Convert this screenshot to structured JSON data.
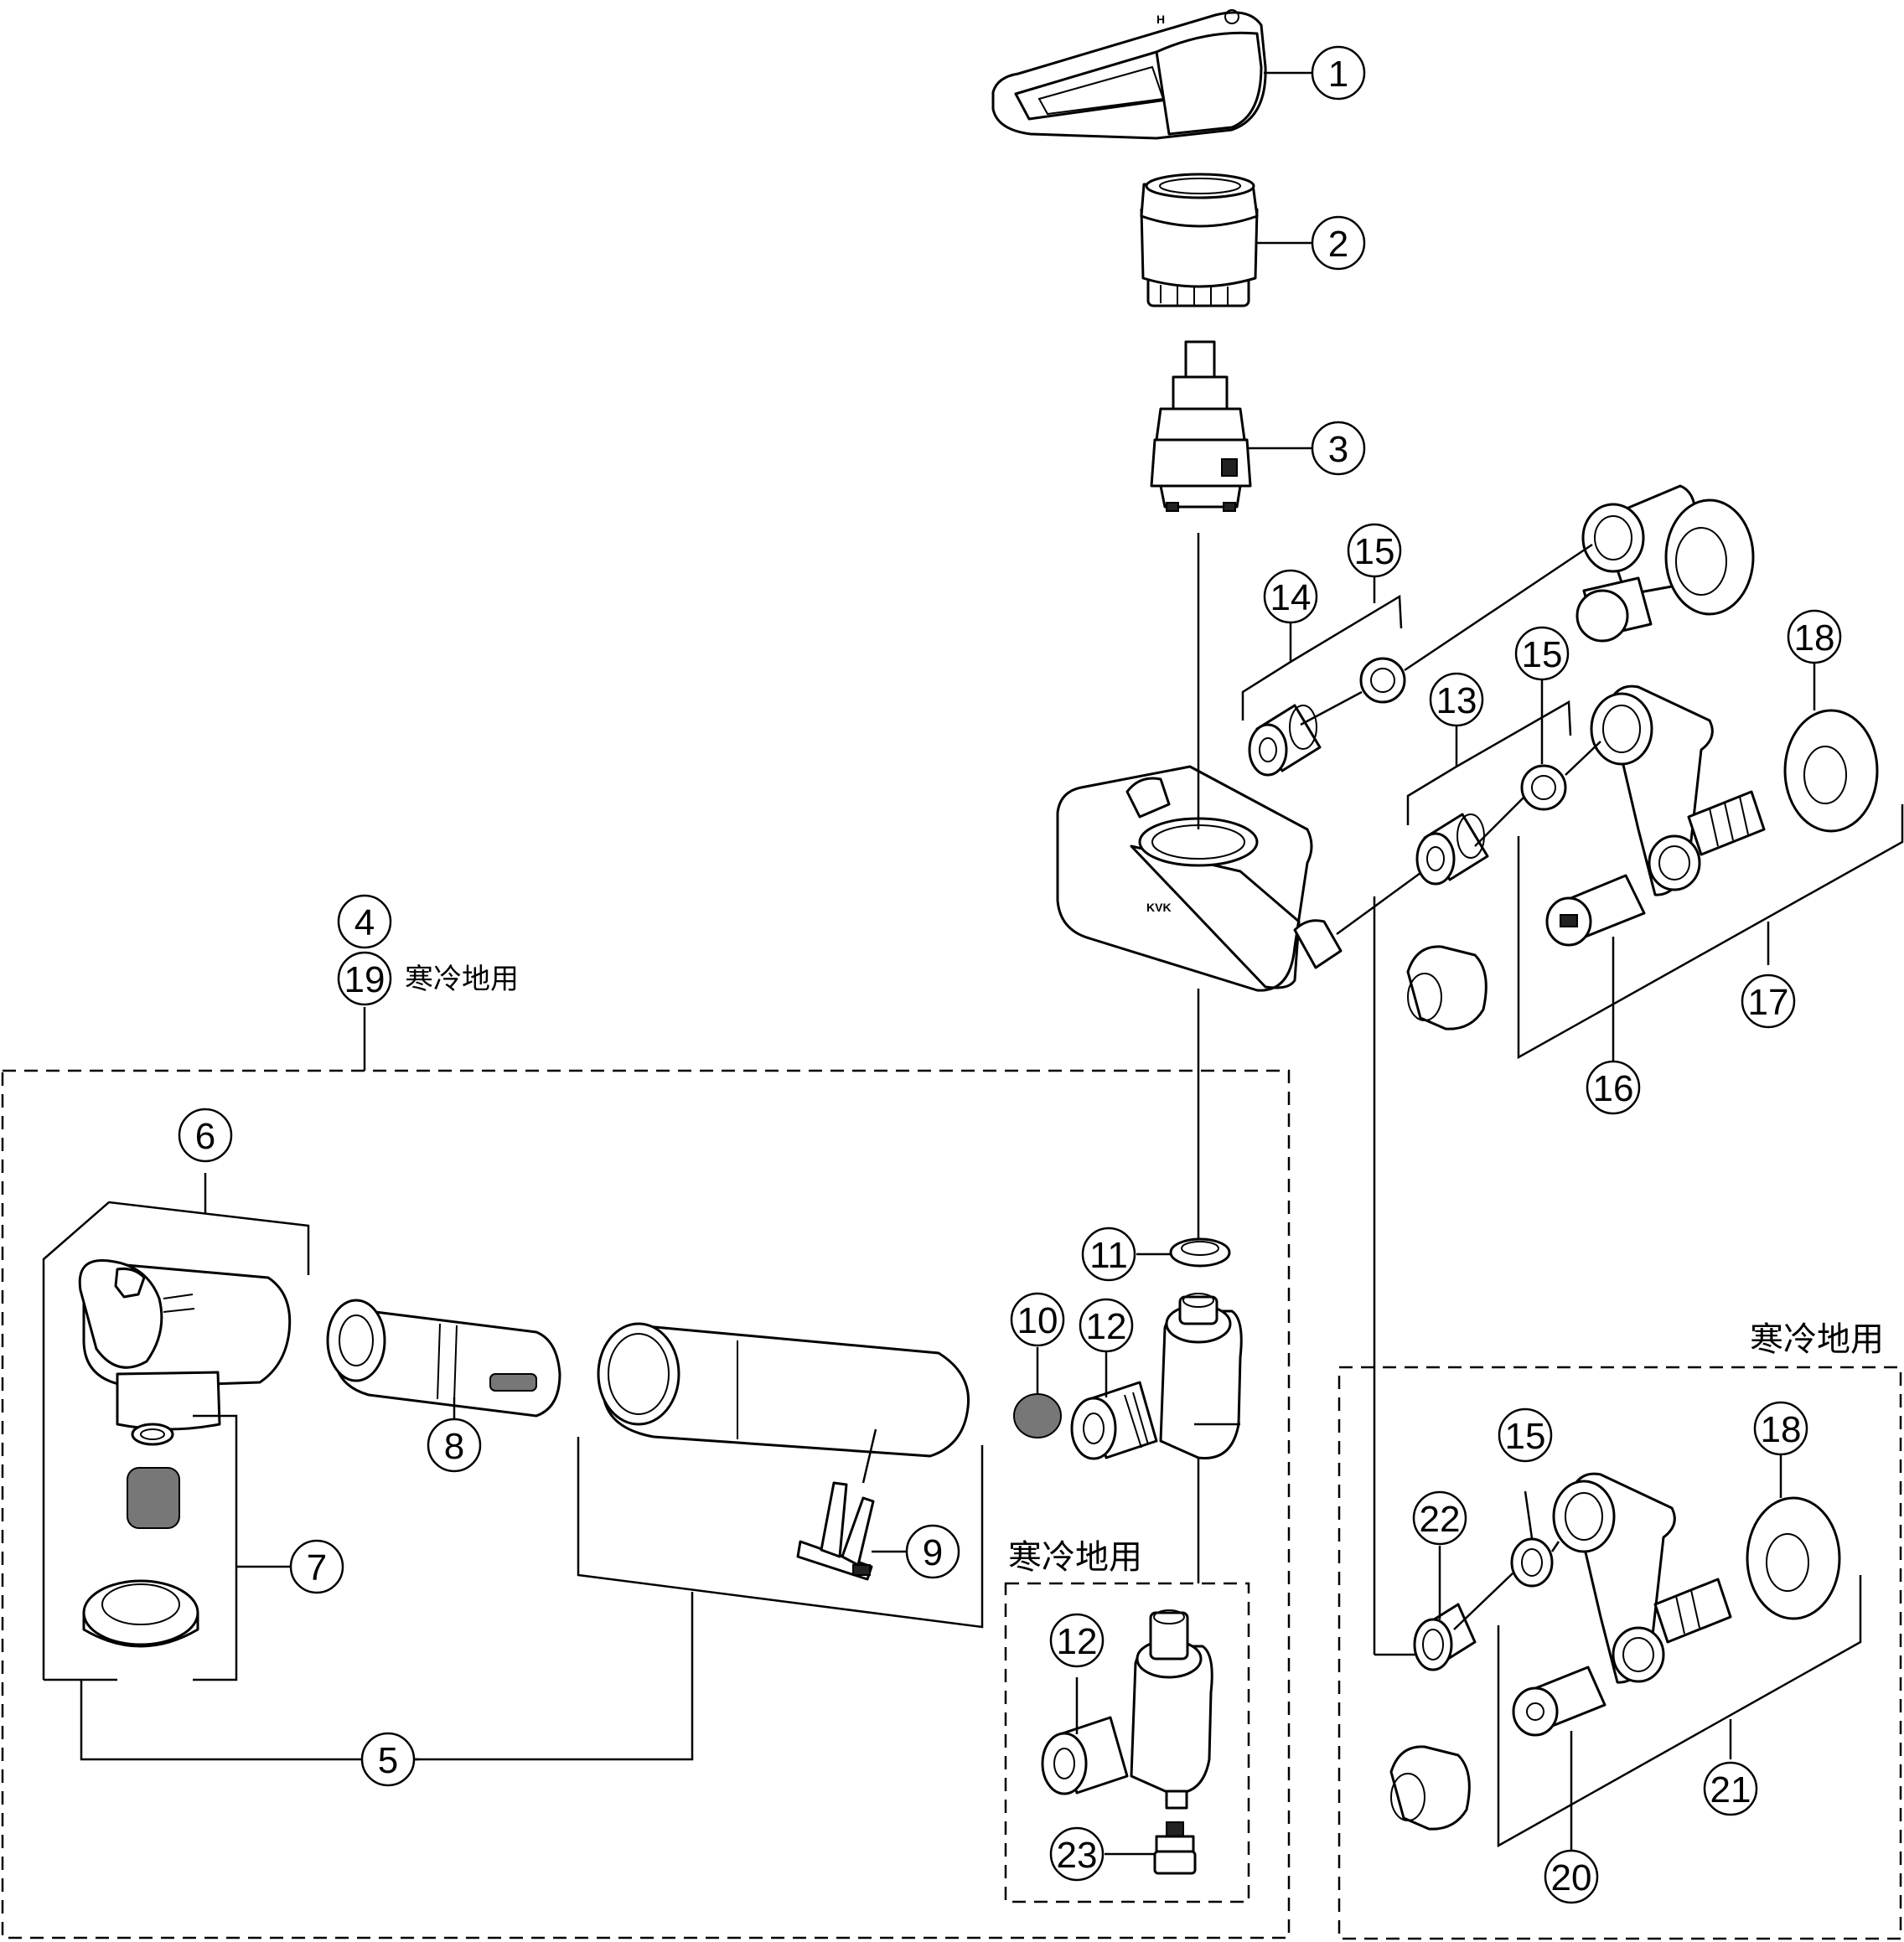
{
  "callouts": [
    {
      "id": "1",
      "label": "1"
    },
    {
      "id": "2",
      "label": "2"
    },
    {
      "id": "3",
      "label": "3"
    },
    {
      "id": "4",
      "label": "4"
    },
    {
      "id": "5",
      "label": "5"
    },
    {
      "id": "6",
      "label": "6"
    },
    {
      "id": "7",
      "label": "7"
    },
    {
      "id": "8",
      "label": "8"
    },
    {
      "id": "9",
      "label": "9"
    },
    {
      "id": "10",
      "label": "10"
    },
    {
      "id": "11",
      "label": "11"
    },
    {
      "id": "12",
      "label": "12"
    },
    {
      "id": "12b",
      "label": "12"
    },
    {
      "id": "13",
      "label": "13"
    },
    {
      "id": "14",
      "label": "14"
    },
    {
      "id": "15a",
      "label": "15"
    },
    {
      "id": "15b",
      "label": "15"
    },
    {
      "id": "15c",
      "label": "15"
    },
    {
      "id": "16",
      "label": "16"
    },
    {
      "id": "17",
      "label": "17"
    },
    {
      "id": "18a",
      "label": "18"
    },
    {
      "id": "18b",
      "label": "18"
    },
    {
      "id": "19",
      "label": "19"
    },
    {
      "id": "20",
      "label": "20"
    },
    {
      "id": "21",
      "label": "21"
    },
    {
      "id": "22",
      "label": "22"
    },
    {
      "id": "23",
      "label": "23"
    }
  ],
  "notes": {
    "cold_region_19": "寒冷地用",
    "cold_region_middle": "寒冷地用",
    "cold_region_right": "寒冷地用"
  },
  "brand": {
    "body_mark": "KVK"
  }
}
